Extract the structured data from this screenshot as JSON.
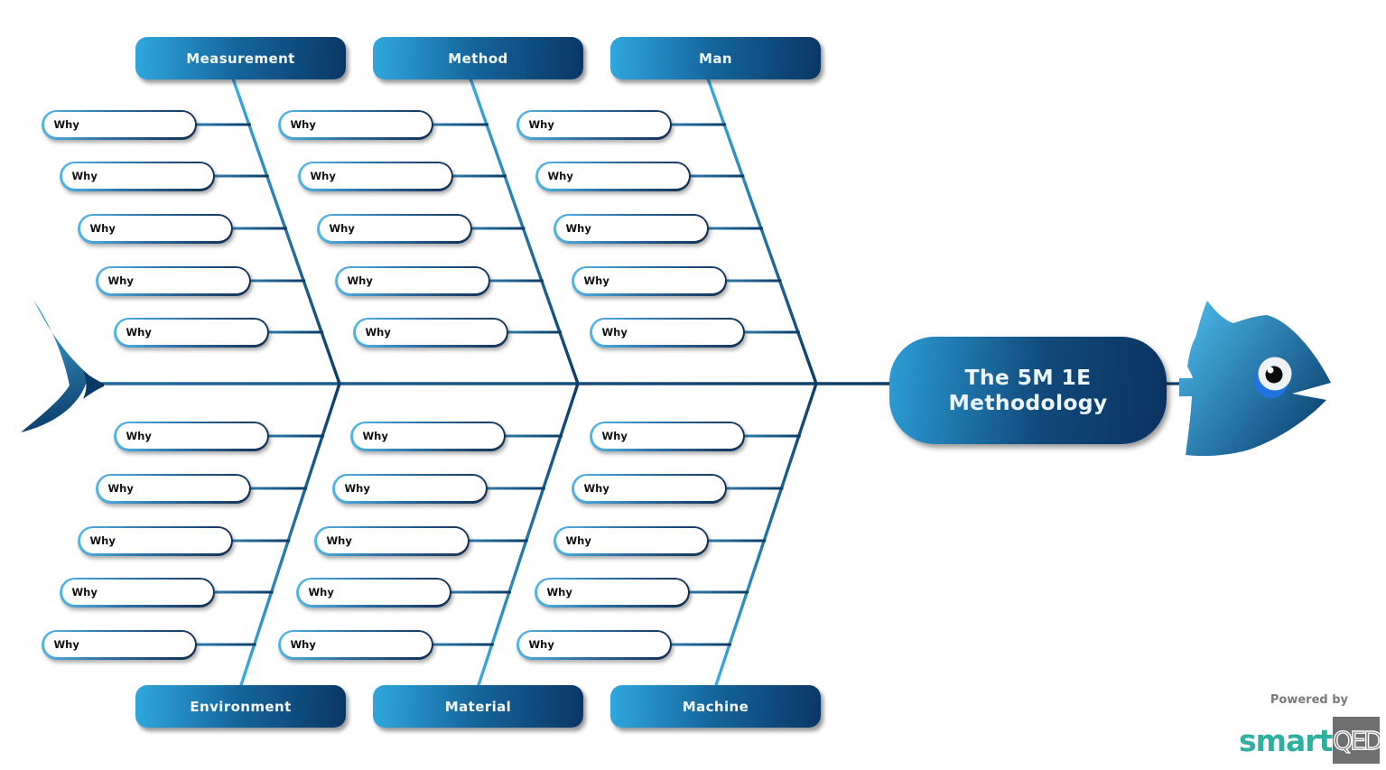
{
  "title": {
    "line1": "The 5M 1E",
    "line2": "Methodology"
  },
  "why_label": "Why",
  "categories": {
    "top": [
      {
        "label": "Measurement",
        "whys": [
          "Why",
          "Why",
          "Why",
          "Why",
          "Why"
        ]
      },
      {
        "label": "Method",
        "whys": [
          "Why",
          "Why",
          "Why",
          "Why",
          "Why"
        ]
      },
      {
        "label": "Man",
        "whys": [
          "Why",
          "Why",
          "Why",
          "Why",
          "Why"
        ]
      }
    ],
    "bottom": [
      {
        "label": "Environment",
        "whys": [
          "Why",
          "Why",
          "Why",
          "Why",
          "Why"
        ]
      },
      {
        "label": "Material",
        "whys": [
          "Why",
          "Why",
          "Why",
          "Why",
          "Why"
        ]
      },
      {
        "label": "Machine",
        "whys": [
          "Why",
          "Why",
          "Why",
          "Why",
          "Why"
        ]
      }
    ]
  },
  "footer": {
    "powered_by": "Powered by",
    "brand_smart": "smart",
    "brand_qed": "QED"
  },
  "colors": {
    "accent_light": "#35a9e0",
    "accent_dark": "#0b3b66",
    "spine": "#0d3a65",
    "brand_teal": "#2faf9f",
    "qed_gray": "#6f6f6f"
  }
}
